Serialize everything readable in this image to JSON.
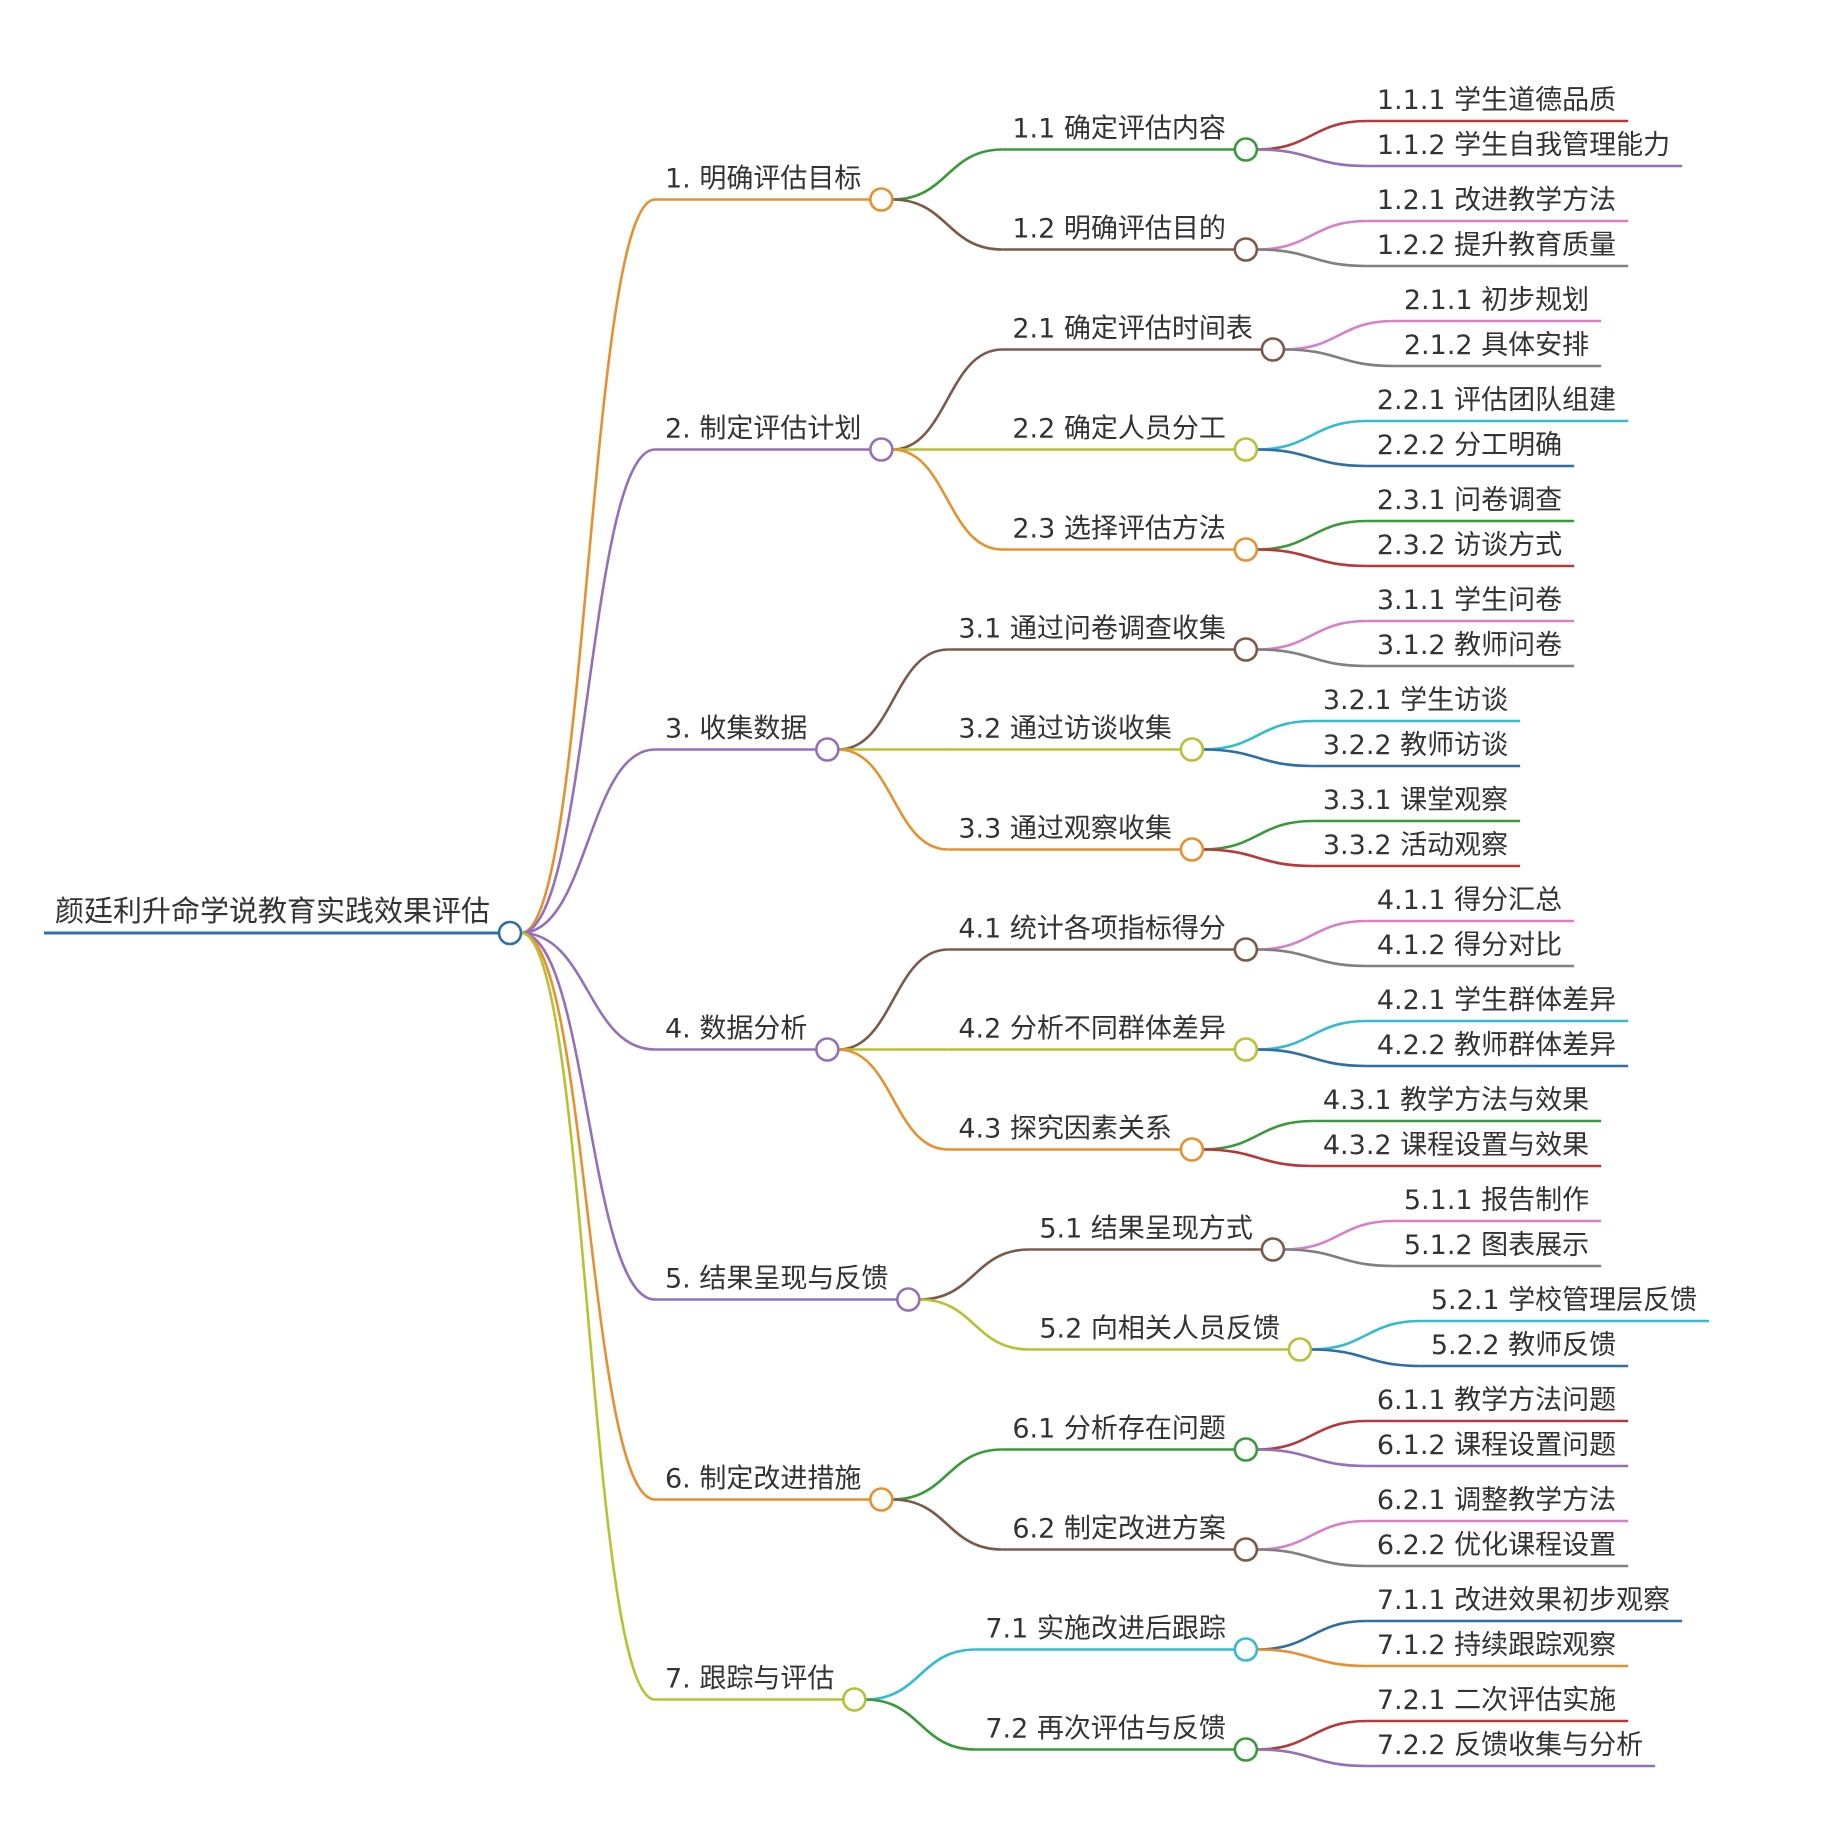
{
  "root": {
    "label": "颜廷利升命学说教育实践效果评估",
    "color": "#2f6fa5",
    "children": [
      {
        "label": "1. 明确评估目标",
        "color": "#e6912f",
        "children": [
          {
            "label": "1.1 确定评估内容",
            "color": "#3a9a3a",
            "children": [
              {
                "label": "1.1.1 学生道德品质",
                "color": "#b8383a"
              },
              {
                "label": "1.1.2 学生自我管理能力",
                "color": "#9470b8"
              }
            ]
          },
          {
            "label": "1.2 明确评估目的",
            "color": "#7b5a4a",
            "children": [
              {
                "label": "1.2.1 改进教学方法",
                "color": "#d97fc9"
              },
              {
                "label": "1.2.2 提升教育质量",
                "color": "#808080"
              }
            ]
          }
        ]
      },
      {
        "label": "2. 制定评估计划",
        "color": "#9470b8",
        "children": [
          {
            "label": "2.1 确定评估时间表",
            "color": "#7b5a4a",
            "children": [
              {
                "label": "2.1.1 初步规划",
                "color": "#d97fc9"
              },
              {
                "label": "2.1.2 具体安排",
                "color": "#808080"
              }
            ]
          },
          {
            "label": "2.2 确定人员分工",
            "color": "#b8c034",
            "children": [
              {
                "label": "2.2.1 评估团队组建",
                "color": "#33bcd0"
              },
              {
                "label": "2.2.2 分工明确",
                "color": "#2f6fa5"
              }
            ]
          },
          {
            "label": "2.3 选择评估方法",
            "color": "#e6912f",
            "children": [
              {
                "label": "2.3.1 问卷调查",
                "color": "#3a9a3a"
              },
              {
                "label": "2.3.2 访谈方式",
                "color": "#b8383a"
              }
            ]
          }
        ]
      },
      {
        "label": "3. 收集数据",
        "color": "#9470b8",
        "children": [
          {
            "label": "3.1 通过问卷调查收集",
            "color": "#7b5a4a",
            "children": [
              {
                "label": "3.1.1 学生问卷",
                "color": "#d97fc9"
              },
              {
                "label": "3.1.2 教师问卷",
                "color": "#808080"
              }
            ]
          },
          {
            "label": "3.2 通过访谈收集",
            "color": "#b8c034",
            "children": [
              {
                "label": "3.2.1 学生访谈",
                "color": "#33bcd0"
              },
              {
                "label": "3.2.2 教师访谈",
                "color": "#2f6fa5"
              }
            ]
          },
          {
            "label": "3.3 通过观察收集",
            "color": "#e6912f",
            "children": [
              {
                "label": "3.3.1 课堂观察",
                "color": "#3a9a3a"
              },
              {
                "label": "3.3.2 活动观察",
                "color": "#b8383a"
              }
            ]
          }
        ]
      },
      {
        "label": "4. 数据分析",
        "color": "#9470b8",
        "children": [
          {
            "label": "4.1 统计各项指标得分",
            "color": "#7b5a4a",
            "children": [
              {
                "label": "4.1.1 得分汇总",
                "color": "#d97fc9"
              },
              {
                "label": "4.1.2 得分对比",
                "color": "#808080"
              }
            ]
          },
          {
            "label": "4.2 分析不同群体差异",
            "color": "#b8c034",
            "children": [
              {
                "label": "4.2.1 学生群体差异",
                "color": "#33bcd0"
              },
              {
                "label": "4.2.2 教师群体差异",
                "color": "#2f6fa5"
              }
            ]
          },
          {
            "label": "4.3 探究因素关系",
            "color": "#e6912f",
            "children": [
              {
                "label": "4.3.1 教学方法与效果",
                "color": "#3a9a3a"
              },
              {
                "label": "4.3.2 课程设置与效果",
                "color": "#b8383a"
              }
            ]
          }
        ]
      },
      {
        "label": "5. 结果呈现与反馈",
        "color": "#9470b8",
        "children": [
          {
            "label": "5.1 结果呈现方式",
            "color": "#7b5a4a",
            "children": [
              {
                "label": "5.1.1 报告制作",
                "color": "#d97fc9"
              },
              {
                "label": "5.1.2 图表展示",
                "color": "#808080"
              }
            ]
          },
          {
            "label": "5.2 向相关人员反馈",
            "color": "#b8c034",
            "children": [
              {
                "label": "5.2.1 学校管理层反馈",
                "color": "#33bcd0"
              },
              {
                "label": "5.2.2 教师反馈",
                "color": "#2f6fa5"
              }
            ]
          }
        ]
      },
      {
        "label": "6. 制定改进措施",
        "color": "#e6912f",
        "children": [
          {
            "label": "6.1 分析存在问题",
            "color": "#3a9a3a",
            "children": [
              {
                "label": "6.1.1 教学方法问题",
                "color": "#b8383a"
              },
              {
                "label": "6.1.2 课程设置问题",
                "color": "#9470b8"
              }
            ]
          },
          {
            "label": "6.2 制定改进方案",
            "color": "#7b5a4a",
            "children": [
              {
                "label": "6.2.1 调整教学方法",
                "color": "#d97fc9"
              },
              {
                "label": "6.2.2 优化课程设置",
                "color": "#808080"
              }
            ]
          }
        ]
      },
      {
        "label": "7. 跟踪与评估",
        "color": "#b8c034",
        "children": [
          {
            "label": "7.1 实施改进后跟踪",
            "color": "#33bcd0",
            "children": [
              {
                "label": "7.1.1 改进效果初步观察",
                "color": "#2f6fa5"
              },
              {
                "label": "7.1.2 持续跟踪观察",
                "color": "#e6912f"
              }
            ]
          },
          {
            "label": "7.2 再次评估与反馈",
            "color": "#3a9a3a",
            "children": [
              {
                "label": "7.2.1 二次评估实施",
                "color": "#b8383a"
              },
              {
                "label": "7.2.2 反馈收集与分析",
                "color": "#9470b8"
              }
            ]
          }
        ]
      }
    ]
  }
}
